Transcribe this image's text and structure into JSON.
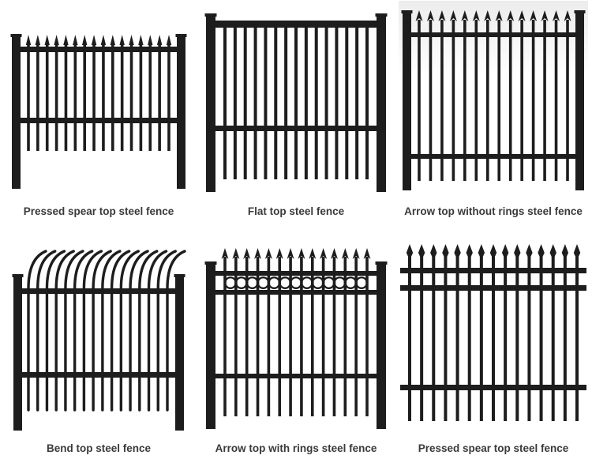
{
  "page": {
    "background": "#ffffff",
    "fence_color": "#1d1d1d",
    "caption_color": "#3a3a3a"
  },
  "items": [
    {
      "caption": "Pressed spear top steel fence",
      "image": "pressed-spear-top-a"
    },
    {
      "caption": "Flat top steel fence",
      "image": "flat-top"
    },
    {
      "caption": "Arrow top without rings steel fence",
      "image": "arrow-top-without-rings"
    },
    {
      "caption": "Bend top steel fence",
      "image": "bend-top"
    },
    {
      "caption": "Arrow top with rings steel fence",
      "image": "arrow-top-with-rings"
    },
    {
      "caption": "Pressed spear top steel fence",
      "image": "pressed-spear-top-b"
    }
  ]
}
